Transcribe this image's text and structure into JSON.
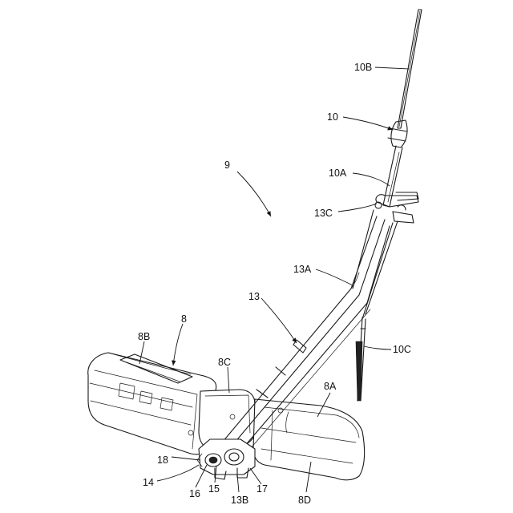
{
  "figure": {
    "labels": {
      "l9": "9",
      "l10B": "10B",
      "l10": "10",
      "l10A": "10A",
      "l13C": "13C",
      "l13A": "13A",
      "l13": "13",
      "l10C": "10C",
      "l8": "8",
      "l8B": "8B",
      "l8C": "8C",
      "l8A": "8A",
      "l18": "18",
      "l14": "14",
      "l16": "16",
      "l15": "15",
      "l13B": "13B",
      "l17": "17",
      "l8D": "8D"
    }
  }
}
